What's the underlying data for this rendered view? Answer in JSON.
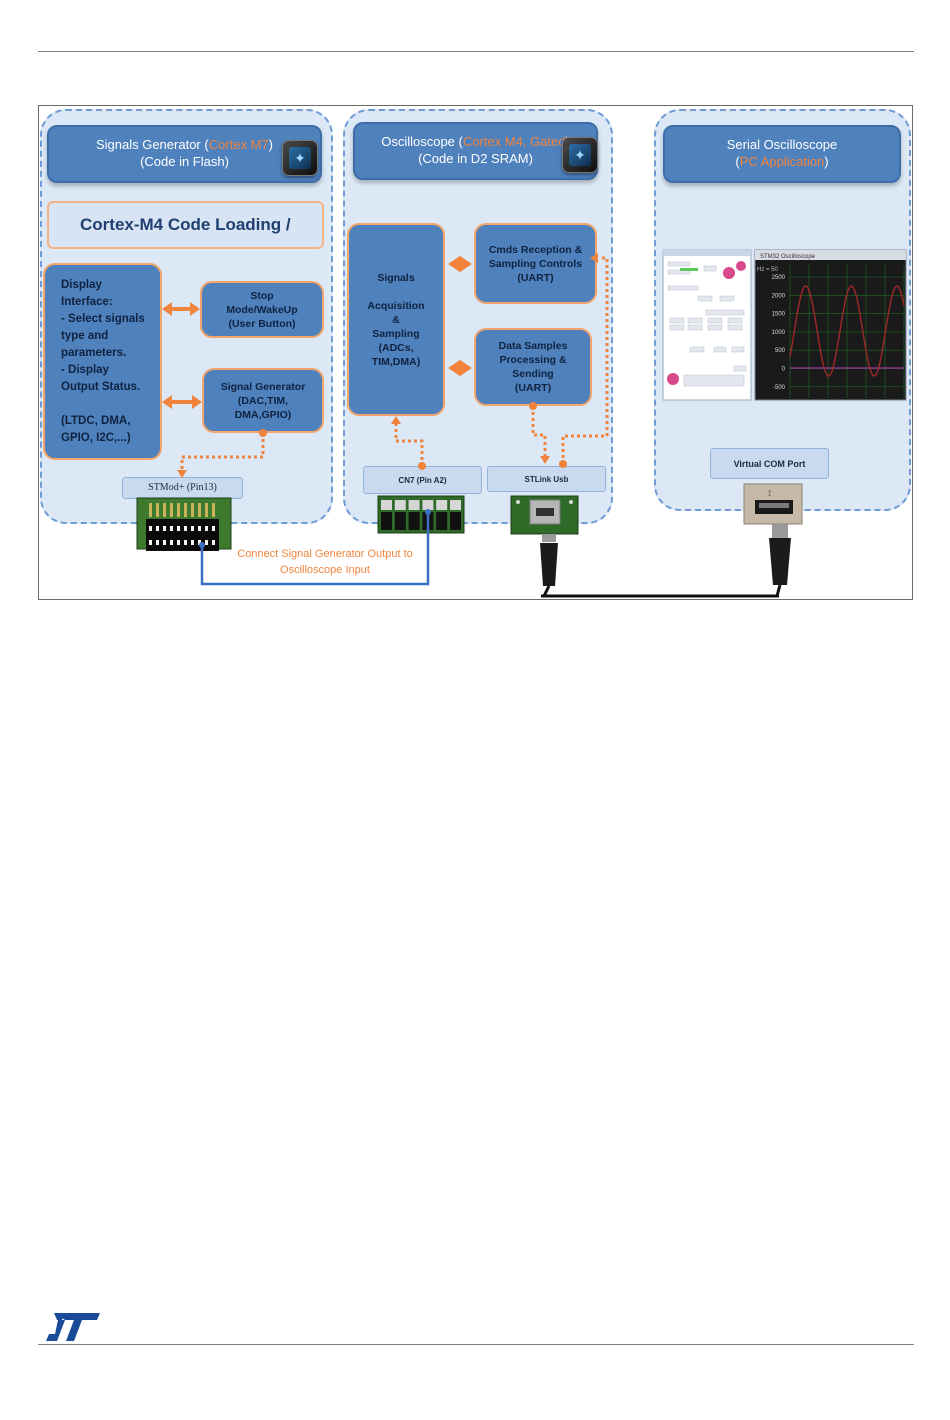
{
  "panels": {
    "generator": {
      "header_prefix": "Signals Generator (",
      "header_highlight": "Cortex M7",
      "header_suffix": ")",
      "header_line2": "(Code in Flash)"
    },
    "oscilloscope": {
      "header_prefix": "Oscilloscope (",
      "header_highlight": "Cortex M4, Gated",
      "header_suffix": ")",
      "header_line2": "(Code in D2 SRAM)"
    },
    "serial": {
      "header_line1": "Serial Oscilloscope",
      "header_prefix": "(",
      "header_highlight": "PC Application",
      "header_suffix": ")"
    }
  },
  "loading_bar": "Cortex-M4 Code Loading /",
  "boxes": {
    "display": "Display\nInterface:\n- Select signals\ntype and\nparameters.\n- Display\nOutput Status.\n\n(LTDC, DMA,\nGPIO, I2C,...)",
    "stop": "Stop\nMode/WakeUp\n(User Button)",
    "siggen": "Signal Generator\n(DAC,TIM,\nDMA,GPIO)",
    "acq": "Signals\n\nAcquisition\n&\nSampling\n(ADCs,\nTIM,DMA)",
    "cmds": "Cmds Reception &\nSampling Controls\n(UART)",
    "samples": "Data Samples\nProcessing &\nSending\n(UART)"
  },
  "tabs": {
    "stmod": "STMod+ (Pin13)",
    "cn7": "CN7 (Pin A2)",
    "stlink": "STLink Usb",
    "vcom": "Virtual COM Port"
  },
  "connect_label": "Connect Signal Generator Output to\nOscilloscope Input",
  "pc_app": {
    "scope_title": "STM32 Oscilloscope",
    "freq_label": "Hz = 50",
    "y_ticks": [
      "2500",
      "2000",
      "1500",
      "1000",
      "500",
      "0",
      "-500"
    ]
  },
  "colors": {
    "panel_fill": "#dce8f6",
    "box_fill": "#4f81bd",
    "accent_orange": "#f0843c",
    "link_blue": "#3a6fc4",
    "scope_wave": "#a02828"
  }
}
